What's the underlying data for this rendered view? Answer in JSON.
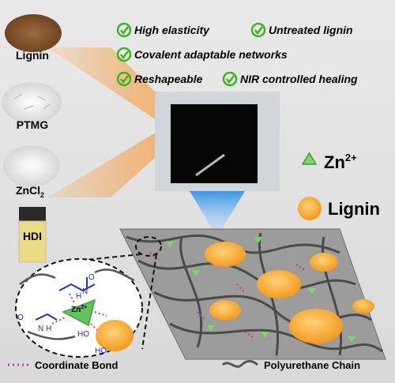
{
  "materials": [
    {
      "label": "Lignin",
      "color": "#8b5a2b",
      "kind": "powder-brown"
    },
    {
      "label": "PTMG",
      "color": "#ffffff",
      "kind": "flakes-white"
    },
    {
      "label": "ZnCl",
      "sub": "2",
      "color": "#f4f4f4",
      "kind": "powder-white"
    },
    {
      "label": "HDI",
      "color": "#e8d26a",
      "kind": "vial"
    }
  ],
  "features": [
    "High elasticity",
    "Untreated lignin",
    "Covalent adaptable networks",
    "Reshapeable",
    "NIR controlled healing"
  ],
  "legend": {
    "zn": {
      "label": "Zn",
      "sup": "2+",
      "color": "#7fd36a"
    },
    "lignin": {
      "label": "Lignin",
      "color": "#f5a623"
    },
    "coordinate_bond": "Coordinate Bond",
    "polyurethane_chain": "Polyurethane Chain"
  },
  "molecule": {
    "zn_label": "Zn",
    "zn_sup": "2+",
    "nh": "N",
    "h": "H",
    "o": "O",
    "ho1": "HO",
    "ho2": "HO"
  },
  "colors": {
    "check": "#3cb521",
    "arrow": "#f6a14a",
    "network_gray": "#7f7f7f",
    "bond_magenta": "#d02fa0",
    "molecule_blue": "#1f2fd0"
  }
}
